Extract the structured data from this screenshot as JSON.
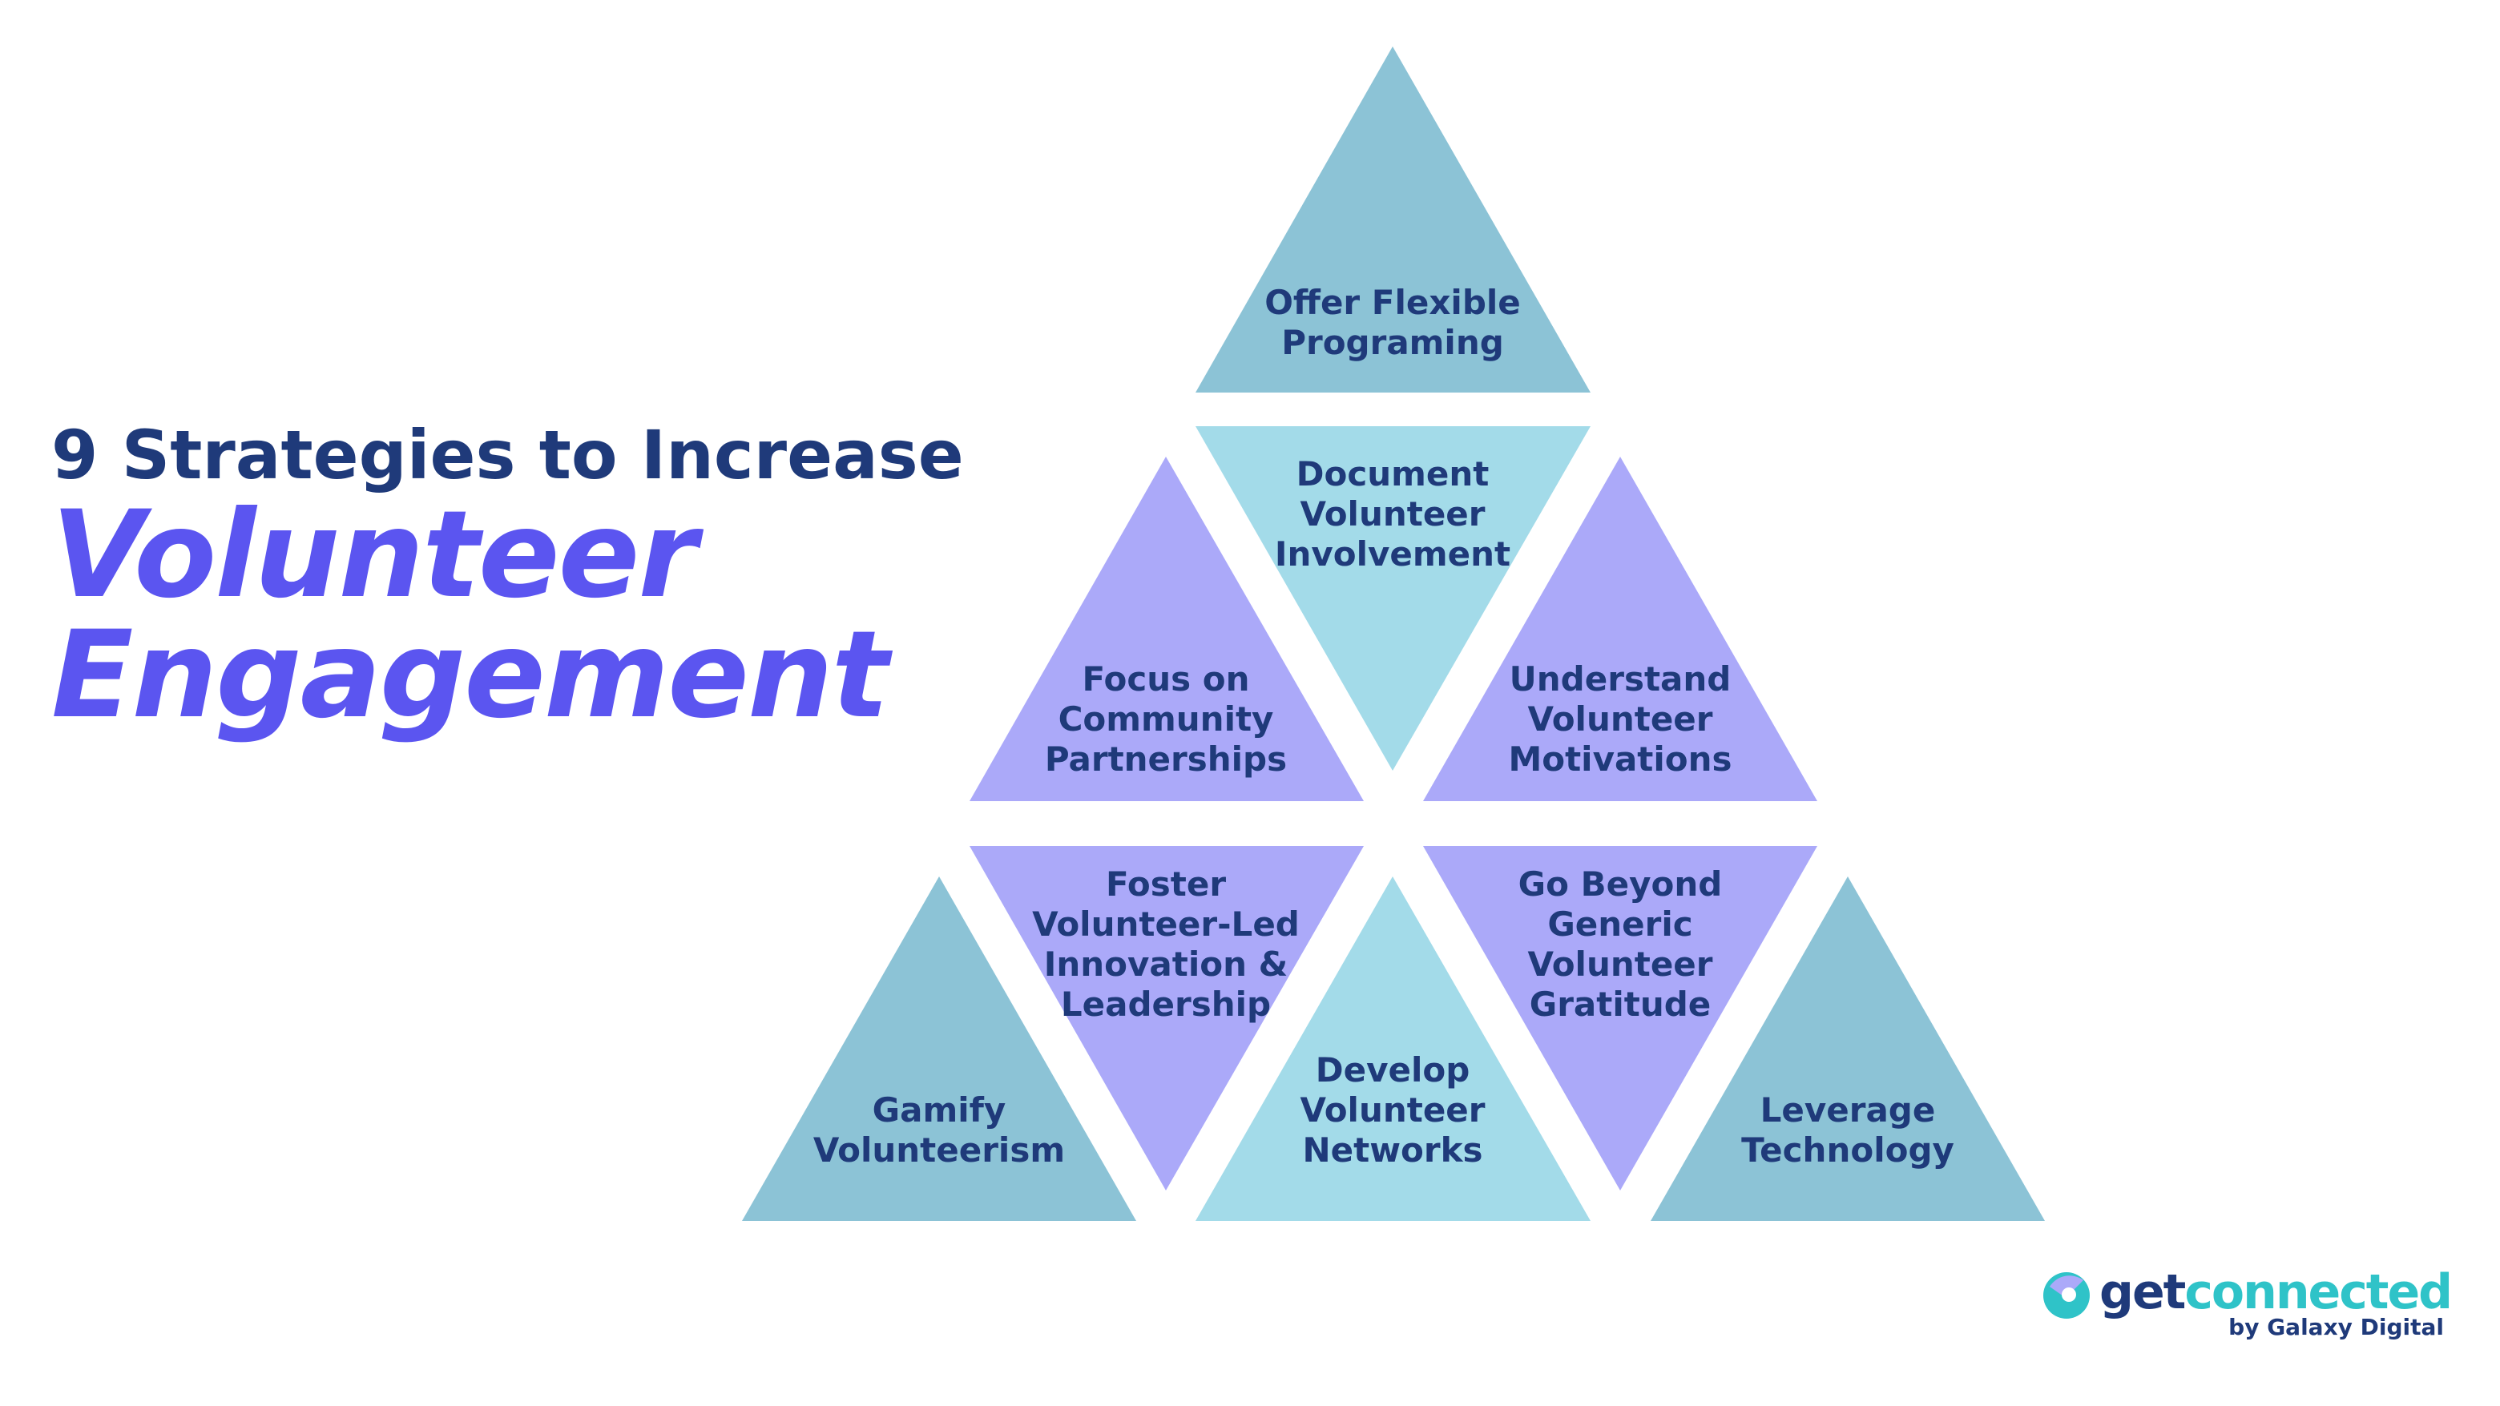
{
  "title": {
    "line1": "9 Strategies to Increase",
    "line2": "Volunteer",
    "line3": "Engagement"
  },
  "strategies": [
    {
      "id": "offer-flexible-programing",
      "lines": [
        "Offer Flexible",
        "Programing"
      ]
    },
    {
      "id": "focus-on-community-partnerships",
      "lines": [
        "Focus on",
        "Community",
        "Partnerships"
      ]
    },
    {
      "id": "document-volunteer-involvement",
      "lines": [
        "Document",
        "Volunteer",
        "Involvement"
      ]
    },
    {
      "id": "understand-volunteer-motivations",
      "lines": [
        "Understand",
        "Volunteer",
        "Motivations"
      ]
    },
    {
      "id": "gamify-volunteerism",
      "lines": [
        "Gamify",
        "Volunteerism"
      ]
    },
    {
      "id": "foster-volunteer-led-innovation",
      "lines": [
        "Foster",
        "Volunteer-Led",
        "Innovation &",
        "Leadership"
      ]
    },
    {
      "id": "develop-volunteer-networks",
      "lines": [
        "Develop",
        "Volunteer",
        "Networks"
      ]
    },
    {
      "id": "go-beyond-generic-volunteer-gratitude",
      "lines": [
        "Go Beyond",
        "Generic",
        "Volunteer",
        "Gratitude"
      ]
    },
    {
      "id": "leverage-technology",
      "lines": [
        "Leverage",
        "Technology"
      ]
    }
  ],
  "colors": {
    "steel_blue": "#8cc3d6",
    "light_cyan": "#a3dbe9",
    "lavender": "#aba9f9",
    "text_navy": "#1f3a7a",
    "title_purple": "#5b55f0",
    "logo_teal": "#2fc3c8"
  },
  "logo": {
    "part1": "get",
    "part2": "connected",
    "byline": "by Galaxy Digital"
  }
}
